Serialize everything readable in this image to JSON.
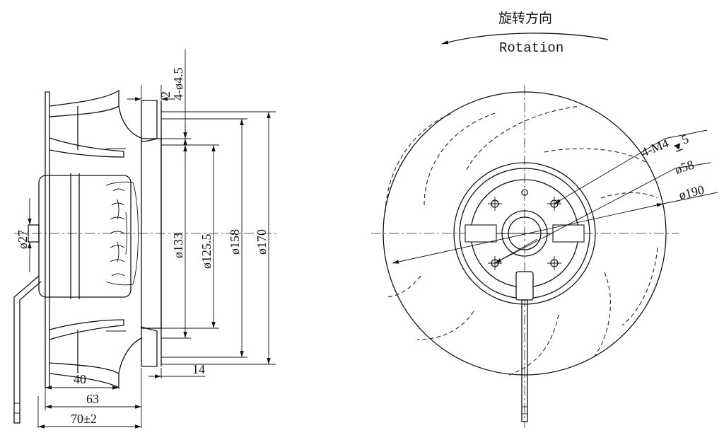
{
  "rotation": {
    "label_cn": "旋转方向",
    "label_en": "Rotation"
  },
  "side_view": {
    "dims": {
      "mount_hole": "4-ø4.5",
      "flange_thickness": "2",
      "shaft_dia": "ø27",
      "d133": "ø133",
      "d125_5": "ø125.5",
      "d158": "ø158",
      "d170": "ø170",
      "offset_14": "14",
      "len_40": "40",
      "len_63": "63",
      "len_70": "70±2"
    }
  },
  "front_view": {
    "dims": {
      "thread": "4-M4",
      "thread_depth": "5",
      "d58": "ø58",
      "d190": "ø190"
    }
  }
}
